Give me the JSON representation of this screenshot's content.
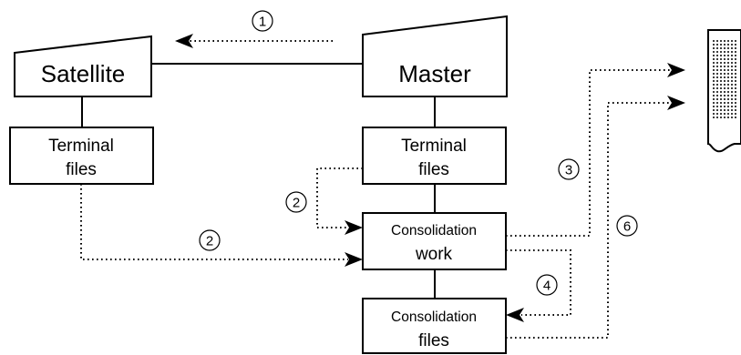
{
  "nodes": {
    "satellite": "Satellite",
    "master": "Master",
    "satellite_terminal_files": [
      "Terminal",
      "files"
    ],
    "master_terminal_files": [
      "Terminal",
      "files"
    ],
    "consolidation_work": [
      "Consolidation",
      "work"
    ],
    "consolidation_files": [
      "Consolidation",
      "files"
    ]
  },
  "steps": {
    "s1": "1",
    "s2a": "2",
    "s2b": "2",
    "s3": "3",
    "s4": "4",
    "s6": "6"
  },
  "output_icon": "printed-report-icon"
}
